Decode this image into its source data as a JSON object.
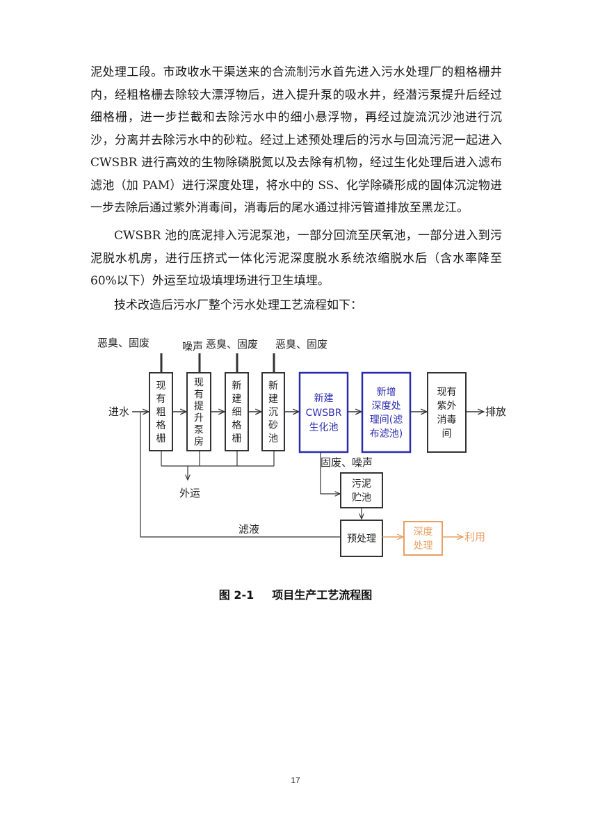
{
  "paragraphs": [
    "泥处理工段。市政收水干渠送来的合流制污水首先进入污水处理厂的粗格栅井内，经粗格栅去除较大漂浮物后，进入提升泵的吸水井，经潜污泵提升后经过细格栅，进一步拦截和去除污水中的细小悬浮物，再经过旋流沉沙池进行沉沙，分离并去除污水中的砂粒。经过上述预处理后的污水与回流污泥一起进入 CWSBR 进行高效的生物除磷脱氮以及去除有机物，经过生化处理后进入滤布滤池（加 PAM）进行深度处理，将水中的 SS、化学除磷形成的固体沉淀物进一步去除后通过紫外消毒间，消毒后的尾水通过排污管道排放至黑龙江。",
    "CWSBR 池的底泥排入污泥泵池，一部分回流至厌氧池，一部分进入到污泥脱水机房，进行压挤式一体化污泥深度脱水系统浓缩脱水后（含水率降至 60%以下）外运至垃圾填埋场进行卫生填埋。",
    "技术改造后污水厂整个污水处理工艺流程如下："
  ],
  "diagram": {
    "labels": {
      "inflow": "进水",
      "discharge": "排放",
      "transport_out": "外运",
      "filtrate": "滤液",
      "utilize": "利用",
      "emission_1": "恶臭、固废",
      "noise": "噪声",
      "emission_2": "恶臭、固废",
      "emission_3": "恶臭、固废",
      "emission_sludge": "固废、噪声"
    },
    "boxes": {
      "coarse_screen": [
        "现",
        "有",
        "粗",
        "格",
        "栅"
      ],
      "lift_pump": [
        "现",
        "有",
        "提",
        "升",
        "泵",
        "房"
      ],
      "fine_screen": [
        "新",
        "建",
        "细",
        "格",
        "栅"
      ],
      "grit_chamber": [
        "新",
        "建",
        "沉",
        "砂",
        "池"
      ],
      "cwsbr": [
        "新建",
        "CWSBR",
        "生化池"
      ],
      "advanced_treatment": [
        "新增",
        "深度处",
        "理间(滤",
        "布滤池)"
      ],
      "uv_disinfection": [
        "现有",
        "紫外",
        "消毒",
        "间"
      ],
      "sludge_tank": [
        "污泥",
        "贮池"
      ],
      "pretreatment": [
        "预处理"
      ],
      "deep_treatment": [
        "深度",
        "处理"
      ]
    },
    "colors": {
      "line": "#333333",
      "new_box": "#2b2bb0",
      "deep_box": "#e8a064"
    }
  },
  "caption": {
    "number": "图 2-1",
    "title": "项目生产工艺流程图"
  },
  "page_number": "17"
}
